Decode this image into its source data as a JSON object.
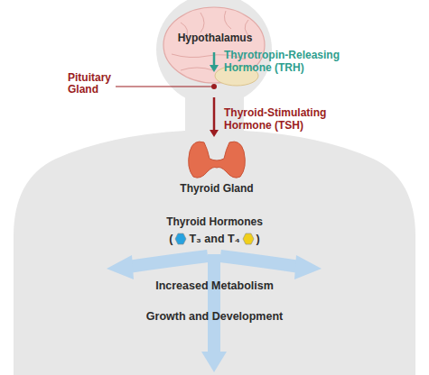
{
  "diagram": {
    "nodes": [
      {
        "text": [
          "Hypothalamus"
        ]
      },
      {
        "text": [
          "Pituitary Gland"
        ]
      },
      {
        "text": [
          "Thyroid Gland"
        ]
      },
      {
        "text": [
          "Thyroid Hormones",
          "(",
          "T₃ and T₄",
          ")"
        ]
      }
    ],
    "edges": [
      {
        "from": 0,
        "to": 1,
        "arrow": "to",
        "label": "Thyrotropin-Releasing Hormone (TRH)"
      },
      {
        "from": 1,
        "to": 2,
        "arrow": "to",
        "label": "Thyroid-Stimulating Hormone (TSH)"
      }
    ],
    "labels": [
      "Increased Metabolism",
      "Growth and Development"
    ]
  }
}
